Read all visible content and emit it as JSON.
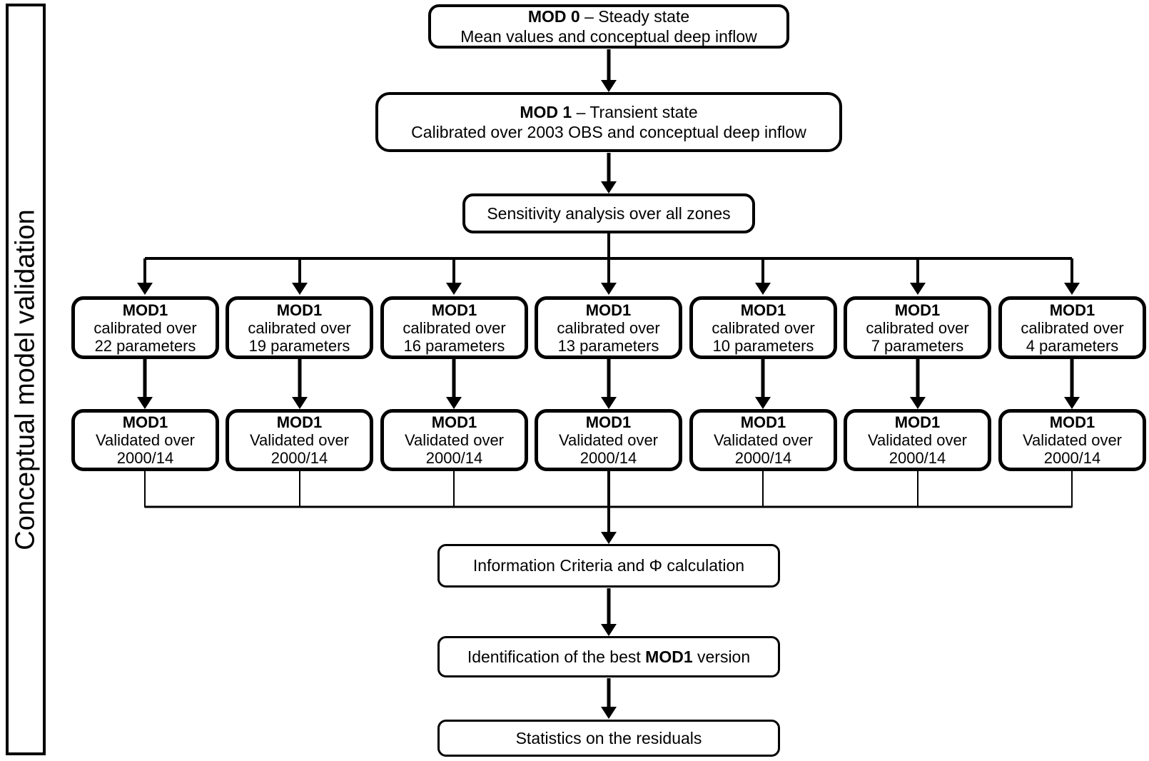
{
  "colors": {
    "line": "#000000",
    "box_border": "#000000",
    "box_fill": "#ffffff",
    "background": "#ffffff"
  },
  "sidebar": {
    "label": "Conceptual model validation"
  },
  "flow": {
    "mod0": {
      "bold": "MOD 0",
      "rest": " – Steady state",
      "line2": "Mean values and conceptual deep inflow"
    },
    "mod1": {
      "bold": "MOD 1",
      "rest": " – Transient state",
      "line2": "Calibrated over 2003 OBS and conceptual deep inflow"
    },
    "sensitivity": {
      "label": "Sensitivity analysis over all zones"
    },
    "calibrated_row": {
      "boxes": [
        {
          "line1": "MOD1",
          "line2": "calibrated over",
          "line3": "22 parameters"
        },
        {
          "line1": "MOD1",
          "line2": "calibrated over",
          "line3": "19 parameters"
        },
        {
          "line1": "MOD1",
          "line2": "calibrated over",
          "line3": "16 parameters"
        },
        {
          "line1": "MOD1",
          "line2": "calibrated over",
          "line3": "13 parameters"
        },
        {
          "line1": "MOD1",
          "line2": "calibrated over",
          "line3": "10 parameters"
        },
        {
          "line1": "MOD1",
          "line2": "calibrated over",
          "line3": "7 parameters"
        },
        {
          "line1": "MOD1",
          "line2": "calibrated over",
          "line3": "4 parameters"
        }
      ]
    },
    "validated_row": {
      "boxes": [
        {
          "line1": "MOD1",
          "line2": "Validated over",
          "line3": "2000/14"
        },
        {
          "line1": "MOD1",
          "line2": "Validated over",
          "line3": "2000/14"
        },
        {
          "line1": "MOD1",
          "line2": "Validated over",
          "line3": "2000/14"
        },
        {
          "line1": "MOD1",
          "line2": "Validated over",
          "line3": "2000/14"
        },
        {
          "line1": "MOD1",
          "line2": "Validated over",
          "line3": "2000/14"
        },
        {
          "line1": "MOD1",
          "line2": "Validated over",
          "line3": "2000/14"
        },
        {
          "line1": "MOD1",
          "line2": "Validated over",
          "line3": "2000/14"
        }
      ]
    },
    "information": {
      "label": "Information Criteria and Φ calculation"
    },
    "identification": {
      "prefix": "Identification of the best ",
      "bold": "MOD1",
      "suffix": " version"
    },
    "statistics": {
      "label": "Statistics on the residuals"
    }
  }
}
